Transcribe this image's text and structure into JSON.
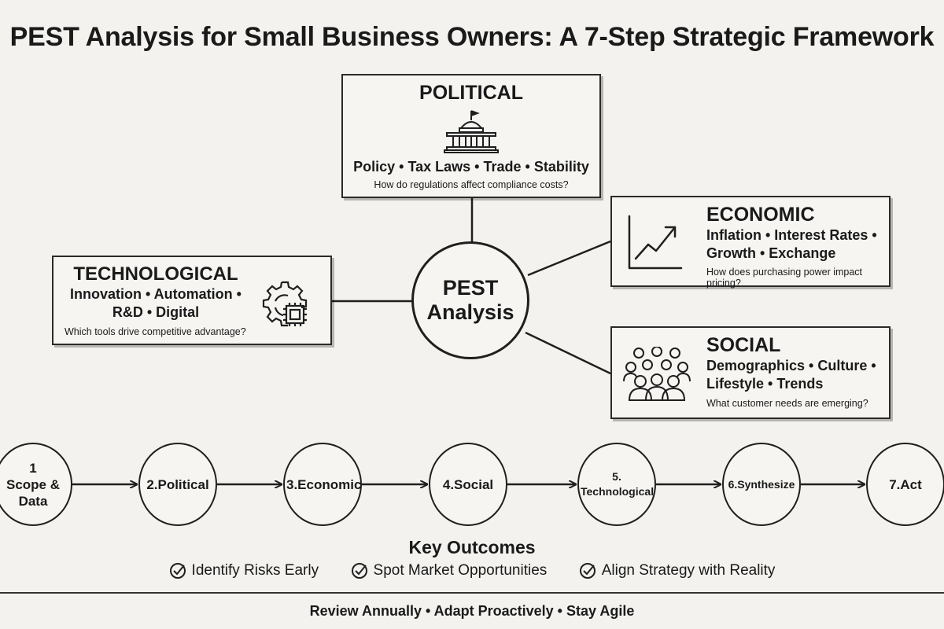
{
  "title": "PEST Analysis for Small Business Owners: A 7-Step Strategic Framework",
  "hub": {
    "label": "PEST Analysis"
  },
  "political": {
    "heading": "POLITICAL",
    "factors": "Policy • Tax Laws • Trade • Stability",
    "question": "How do regulations affect compliance costs?",
    "icon": "government-building-icon"
  },
  "economic": {
    "heading": "ECONOMIC",
    "factors_line1": "Inflation • Interest Rates •",
    "factors_line2": "Growth • Exchange",
    "question": "How does purchasing power impact pricing?",
    "icon": "growth-chart-icon"
  },
  "technological": {
    "heading": "TECHNOLOGICAL",
    "factors_line1": "Innovation • Automation •",
    "factors_line2": "R&D • Digital",
    "question": "Which tools drive competitive advantage?",
    "icon": "gear-chip-icon"
  },
  "social": {
    "heading": "SOCIAL",
    "factors_line1": "Demographics • Culture •",
    "factors_line2": "Lifestyle • Trends",
    "question": "What customer needs are emerging?",
    "icon": "people-group-icon"
  },
  "steps": [
    {
      "label": "1\nScope &\nData"
    },
    {
      "label": "2.Political"
    },
    {
      "label": "3.Economic"
    },
    {
      "label": "4.Social"
    },
    {
      "label": "5.\nTechnological"
    },
    {
      "label": "6.Synthesize"
    },
    {
      "label": "7.Act"
    }
  ],
  "outcomes": {
    "title": "Key Outcomes",
    "items": [
      "Identify Risks Early",
      "Spot Market Opportunities",
      "Align Strategy with Reality"
    ],
    "icon": "check-circle-icon"
  },
  "footer": "Review Annually • Adapt Proactively • Stay Agile",
  "colors": {
    "background": "#f3f2ee",
    "ink": "#1a1a1a"
  }
}
